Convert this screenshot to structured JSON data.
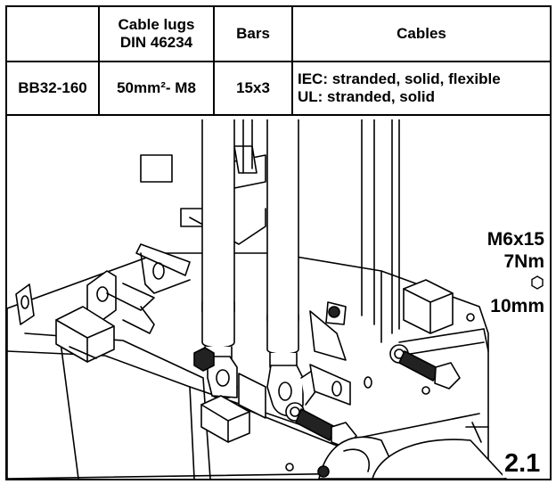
{
  "table": {
    "headers": [
      "",
      "Cable lugs DIN 46234",
      "Bars",
      "Cables"
    ],
    "header_lines": {
      "lugs": [
        "Cable lugs",
        "DIN 46234"
      ],
      "bars": "Bars",
      "cables": "Cables"
    },
    "row": {
      "model": "BB32-160",
      "lug": "50mm²- M8",
      "bars": "15x3",
      "cables": [
        "IEC: stranded, solid, flexible",
        "UL: stranded, solid"
      ]
    }
  },
  "fastening": {
    "screw": "M6x15",
    "torque": "7Nm",
    "wrench_icon": "hexagon-icon",
    "wrench": "10mm"
  },
  "figure_number": "2.1"
}
